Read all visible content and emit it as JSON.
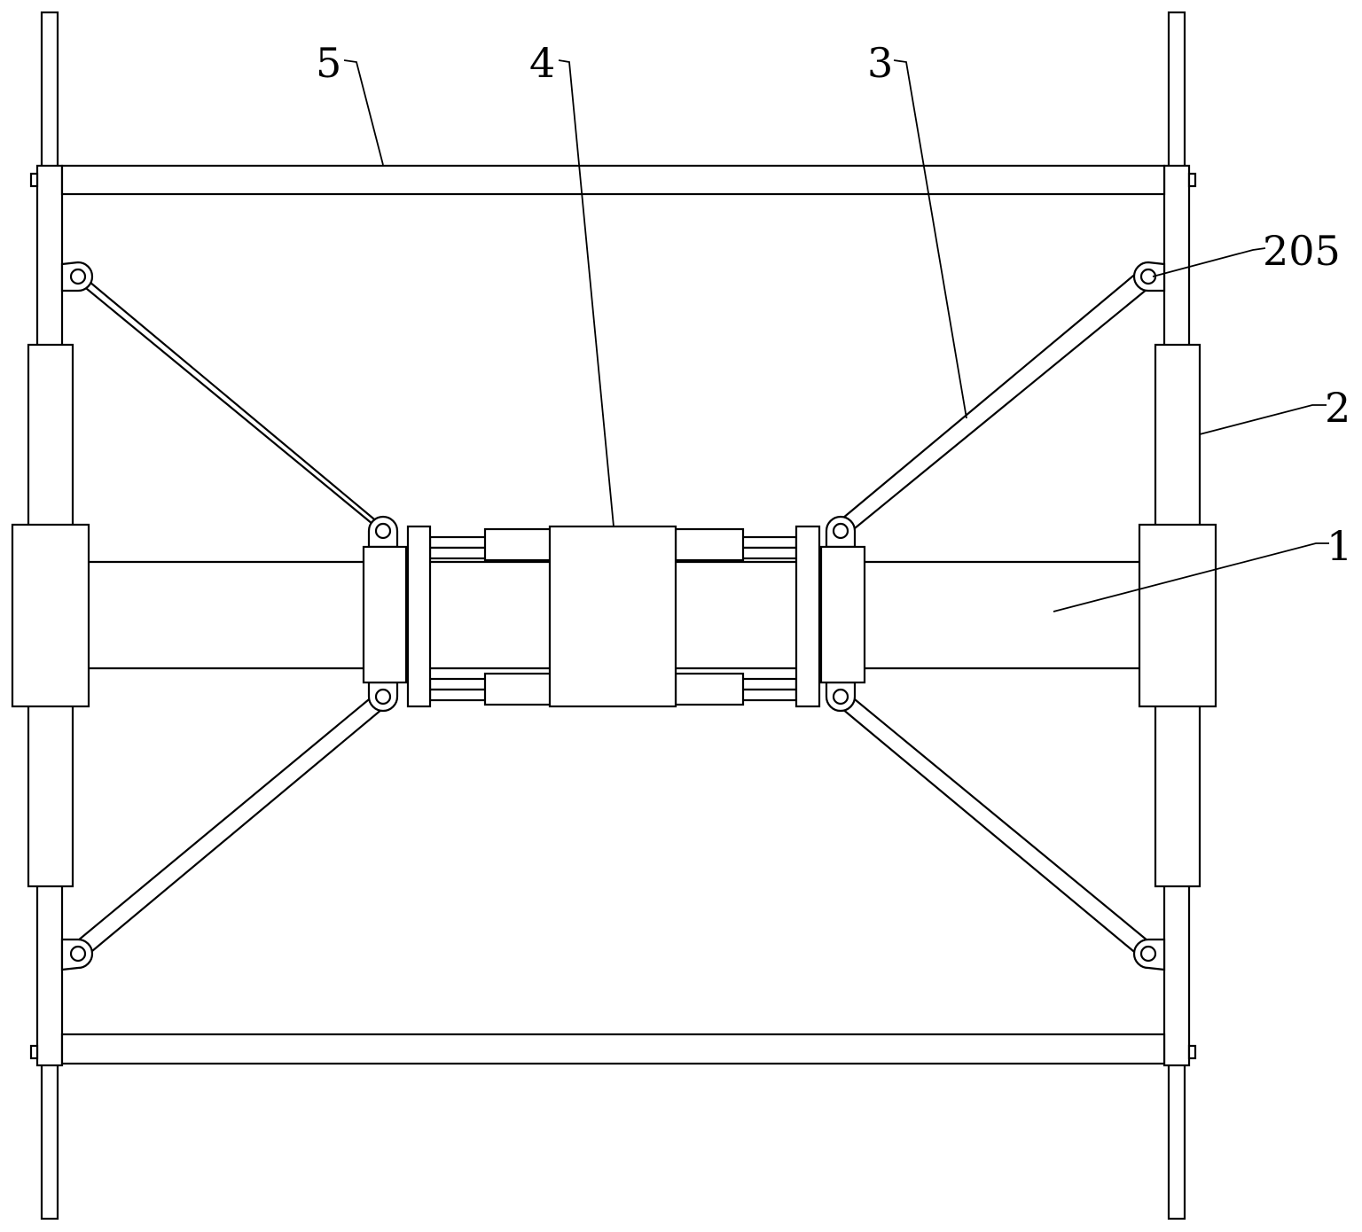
{
  "labels": {
    "part_1": "1",
    "part_2": "2",
    "part_3": "3",
    "part_4": "4",
    "part_5": "5",
    "part_205": "205"
  }
}
